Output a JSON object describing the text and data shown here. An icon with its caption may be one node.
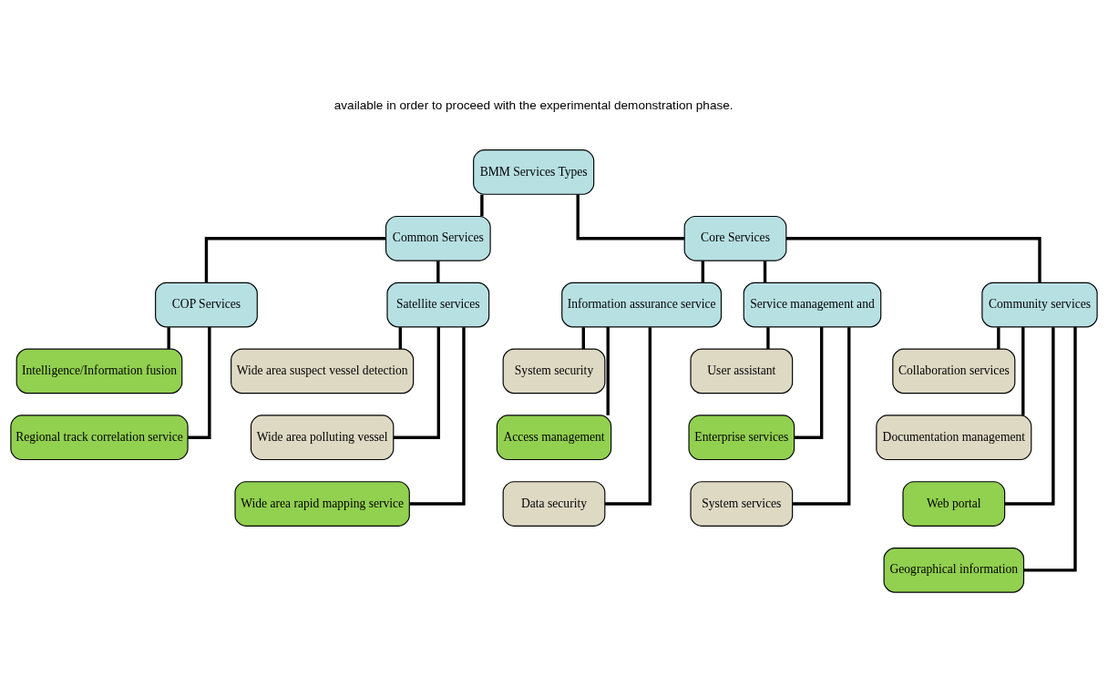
{
  "diagram": {
    "nodes": [
      {
        "text": [
          "BMM Services Types"
        ]
      },
      {
        "text": [
          "Common Services"
        ]
      },
      {
        "text": [
          "Core Services"
        ]
      },
      {
        "text": [
          "COP Services"
        ]
      },
      {
        "text": [
          "Satellite services"
        ]
      },
      {
        "text": [
          "Information assurance service"
        ]
      },
      {
        "text": [
          "Service management and"
        ]
      },
      {
        "text": [
          "Community services"
        ]
      },
      {
        "text": [
          "Intelligence/Information fusion"
        ]
      },
      {
        "text": [
          "Regional track correlation service"
        ]
      },
      {
        "text": [
          "Wide area suspect vessel detection"
        ]
      },
      {
        "text": [
          "Wide area polluting vessel"
        ]
      },
      {
        "text": [
          "Wide area rapid mapping service"
        ]
      },
      {
        "text": [
          "System security"
        ]
      },
      {
        "text": [
          "Access management"
        ]
      },
      {
        "text": [
          "Data security"
        ]
      },
      {
        "text": [
          "User assistant"
        ]
      },
      {
        "text": [
          "Enterprise services"
        ]
      },
      {
        "text": [
          "System services"
        ]
      },
      {
        "text": [
          "Collaboration services"
        ]
      },
      {
        "text": [
          "Documentation management"
        ]
      },
      {
        "text": [
          "Web portal"
        ]
      },
      {
        "text": [
          "Geographical information"
        ]
      }
    ],
    "edges": [
      {
        "from": 0,
        "to": 1,
        "arrow": "none"
      },
      {
        "from": 0,
        "to": 2,
        "arrow": "none"
      },
      {
        "from": 1,
        "to": 3,
        "arrow": "none"
      },
      {
        "from": 1,
        "to": 4,
        "arrow": "none"
      },
      {
        "from": 2,
        "to": 5,
        "arrow": "none"
      },
      {
        "from": 2,
        "to": 6,
        "arrow": "none"
      },
      {
        "from": 2,
        "to": 7,
        "arrow": "none"
      },
      {
        "from": 3,
        "to": 8,
        "arrow": "none"
      },
      {
        "from": 3,
        "to": 9,
        "arrow": "none"
      },
      {
        "from": 4,
        "to": 10,
        "arrow": "none"
      },
      {
        "from": 4,
        "to": 11,
        "arrow": "none"
      },
      {
        "from": 4,
        "to": 12,
        "arrow": "none"
      },
      {
        "from": 5,
        "to": 13,
        "arrow": "none"
      },
      {
        "from": 5,
        "to": 14,
        "arrow": "none"
      },
      {
        "from": 5,
        "to": 15,
        "arrow": "none"
      },
      {
        "from": 6,
        "to": 16,
        "arrow": "none"
      },
      {
        "from": 6,
        "to": 17,
        "arrow": "none"
      },
      {
        "from": 6,
        "to": 18,
        "arrow": "none"
      },
      {
        "from": 7,
        "to": 19,
        "arrow": "none"
      },
      {
        "from": 7,
        "to": 20,
        "arrow": "none"
      },
      {
        "from": 7,
        "to": 21,
        "arrow": "none"
      },
      {
        "from": 7,
        "to": 22,
        "arrow": "none"
      }
    ],
    "labels": [
      "available in order to proceed with the experimental demonstration phase."
    ]
  }
}
